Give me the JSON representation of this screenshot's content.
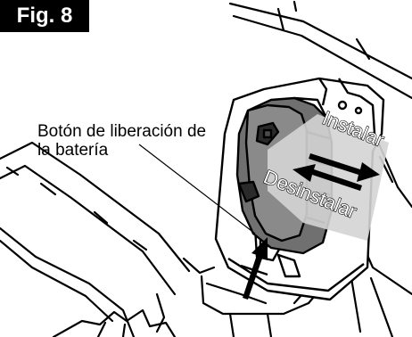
{
  "figure": {
    "label": "Fig. 8",
    "callout": {
      "line1": "Botón de liberación de",
      "line2": "la batería"
    },
    "arrows": {
      "install": "Instalar",
      "uninstall": "Desinstalar"
    }
  }
}
